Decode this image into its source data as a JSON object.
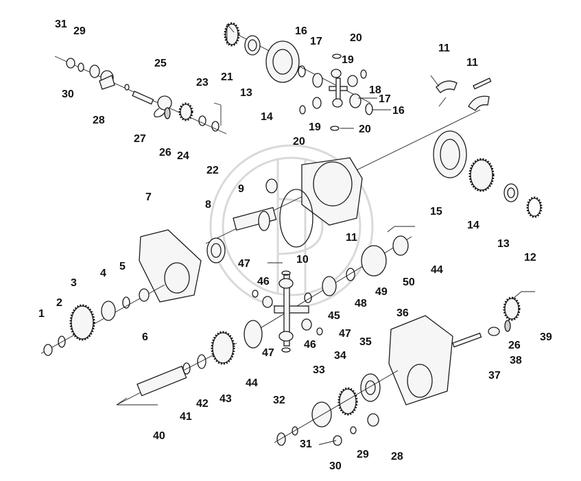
{
  "callouts": [
    {
      "id": "c-31a",
      "text": "31"
    },
    {
      "id": "c-29a",
      "text": "29"
    },
    {
      "id": "c-30a",
      "text": "30"
    },
    {
      "id": "c-28a",
      "text": "28"
    },
    {
      "id": "c-25",
      "text": "25"
    },
    {
      "id": "c-27",
      "text": "27"
    },
    {
      "id": "c-26a",
      "text": "26"
    },
    {
      "id": "c-24",
      "text": "24"
    },
    {
      "id": "c-23",
      "text": "23"
    },
    {
      "id": "c-22",
      "text": "22"
    },
    {
      "id": "c-21",
      "text": "21"
    },
    {
      "id": "c-13a",
      "text": "13"
    },
    {
      "id": "c-14a",
      "text": "14"
    },
    {
      "id": "c-16a",
      "text": "16"
    },
    {
      "id": "c-17a",
      "text": "17"
    },
    {
      "id": "c-20a",
      "text": "20"
    },
    {
      "id": "c-19a",
      "text": "19"
    },
    {
      "id": "c-18",
      "text": "18"
    },
    {
      "id": "c-17b",
      "text": "17"
    },
    {
      "id": "c-16b",
      "text": "16"
    },
    {
      "id": "c-19b",
      "text": "19"
    },
    {
      "id": "c-20b",
      "text": "20"
    },
    {
      "id": "c-20c",
      "text": "20"
    },
    {
      "id": "c-11a",
      "text": "11"
    },
    {
      "id": "c-11b",
      "text": "11"
    },
    {
      "id": "c-9",
      "text": "9"
    },
    {
      "id": "c-7",
      "text": "7"
    },
    {
      "id": "c-8",
      "text": "8"
    },
    {
      "id": "c-10",
      "text": "10"
    },
    {
      "id": "c-11c",
      "text": "11"
    },
    {
      "id": "c-15",
      "text": "15"
    },
    {
      "id": "c-14b",
      "text": "14"
    },
    {
      "id": "c-13b",
      "text": "13"
    },
    {
      "id": "c-12",
      "text": "12"
    },
    {
      "id": "c-47a",
      "text": "47"
    },
    {
      "id": "c-44a",
      "text": "44"
    },
    {
      "id": "c-46a",
      "text": "46"
    },
    {
      "id": "c-50",
      "text": "50"
    },
    {
      "id": "c-49",
      "text": "49"
    },
    {
      "id": "c-48",
      "text": "48"
    },
    {
      "id": "c-45",
      "text": "45"
    },
    {
      "id": "c-47b",
      "text": "47"
    },
    {
      "id": "c-46b",
      "text": "46"
    },
    {
      "id": "c-47c",
      "text": "47"
    },
    {
      "id": "c-1",
      "text": "1"
    },
    {
      "id": "c-2",
      "text": "2"
    },
    {
      "id": "c-3",
      "text": "3"
    },
    {
      "id": "c-4",
      "text": "4"
    },
    {
      "id": "c-5",
      "text": "5"
    },
    {
      "id": "c-6",
      "text": "6"
    },
    {
      "id": "c-36",
      "text": "36"
    },
    {
      "id": "c-39",
      "text": "39"
    },
    {
      "id": "c-26b",
      "text": "26"
    },
    {
      "id": "c-38",
      "text": "38"
    },
    {
      "id": "c-37",
      "text": "37"
    },
    {
      "id": "c-35",
      "text": "35"
    },
    {
      "id": "c-34",
      "text": "34"
    },
    {
      "id": "c-33",
      "text": "33"
    },
    {
      "id": "c-44b",
      "text": "44"
    },
    {
      "id": "c-43",
      "text": "43"
    },
    {
      "id": "c-42",
      "text": "42"
    },
    {
      "id": "c-41",
      "text": "41"
    },
    {
      "id": "c-40",
      "text": "40"
    },
    {
      "id": "c-32",
      "text": "32"
    },
    {
      "id": "c-31b",
      "text": "31"
    },
    {
      "id": "c-29b",
      "text": "29"
    },
    {
      "id": "c-30b",
      "text": "30"
    },
    {
      "id": "c-28b",
      "text": "28"
    }
  ]
}
